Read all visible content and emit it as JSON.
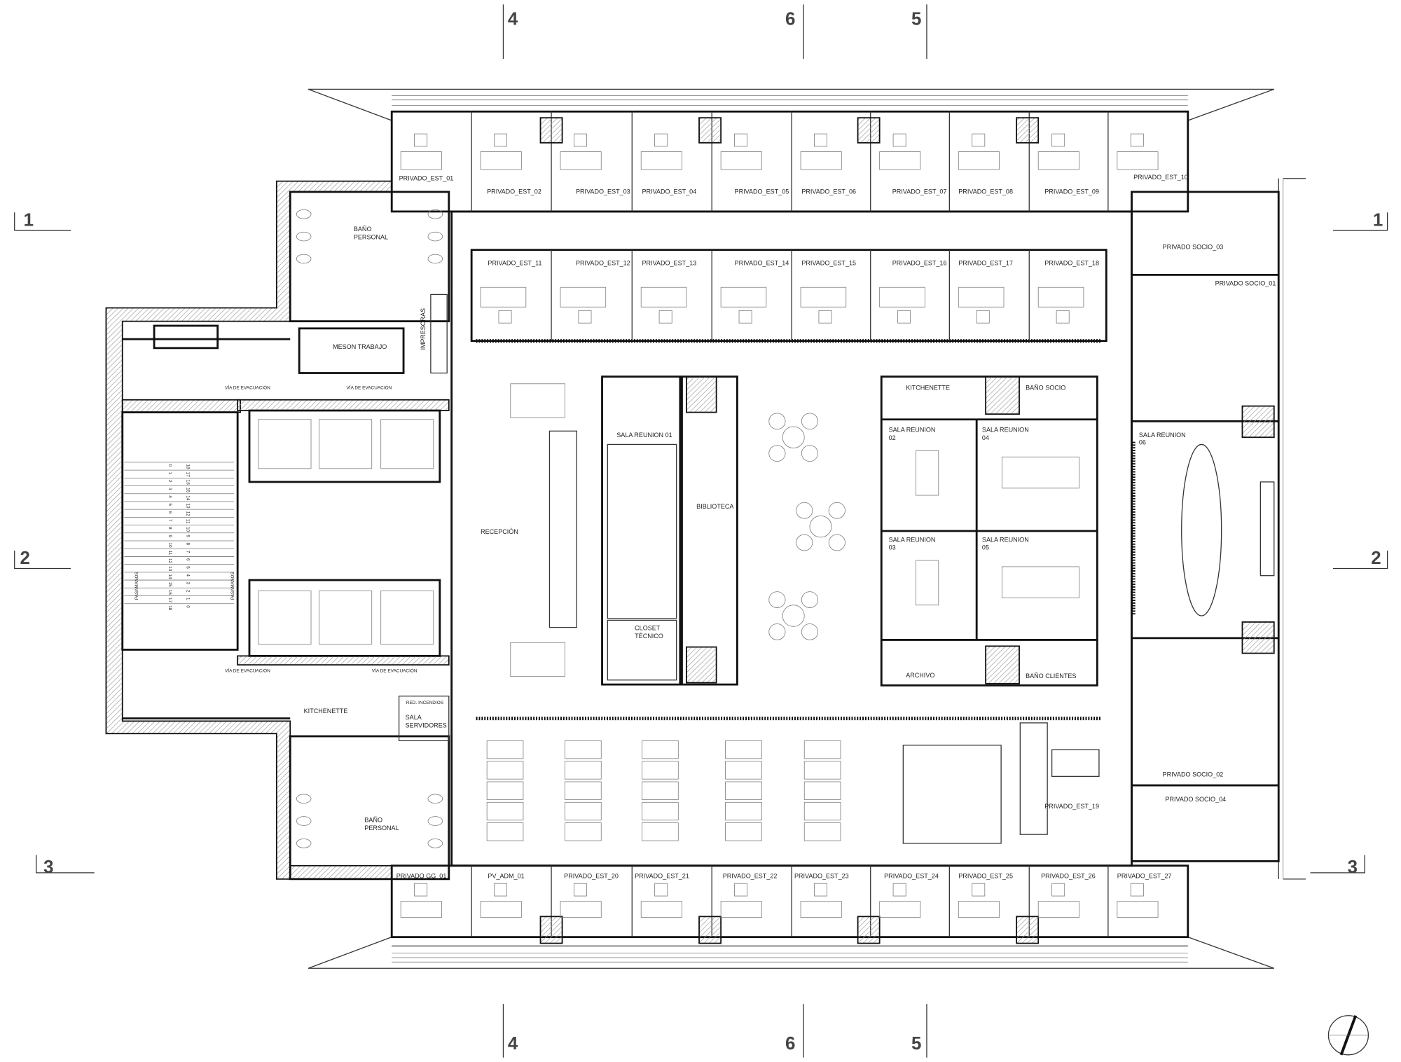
{
  "grid_markers": {
    "top": [
      "4",
      "6",
      "5"
    ],
    "bottom": [
      "4",
      "6",
      "5"
    ],
    "left": [
      "1",
      "2",
      "3"
    ],
    "right": [
      "1",
      "2",
      "3"
    ]
  },
  "rooms": {
    "top_row": [
      "PRIVADO_EST_01",
      "PRIVADO_EST_02",
      "PRIVADO_EST_03",
      "PRIVADO_EST_04",
      "PRIVADO_EST_05",
      "PRIVADO_EST_06",
      "PRIVADO_EST_07",
      "PRIVADO_EST_08",
      "PRIVADO_EST_09",
      "PRIVADO_EST_10"
    ],
    "second_row": [
      "PRIVADO_EST_11",
      "PRIVADO_EST_12",
      "PRIVADO_EST_13",
      "PRIVADO_EST_14",
      "PRIVADO_EST_15",
      "PRIVADO_EST_16",
      "PRIVADO_EST_17",
      "PRIVADO_EST_18"
    ],
    "bottom_row": [
      "PRIVADO GG_01",
      "PV_ADM_01",
      "PRIVADO_EST_20",
      "PRIVADO_EST_21",
      "PRIVADO_EST_22",
      "PRIVADO_EST_23",
      "PRIVADO_EST_24",
      "PRIVADO_EST_25",
      "PRIVADO_EST_26",
      "PRIVADO_EST_27"
    ],
    "privado_est_19": "PRIVADO_EST_19",
    "socio_03": "PRIVADO SOCIO_03",
    "socio_01": "PRIVADO SOCIO_01",
    "socio_02": "PRIVADO SOCIO_02",
    "socio_04": "PRIVADO SOCIO_04",
    "sala_reunion_06": [
      "SALA REUNION",
      "06"
    ],
    "sala_reunion_01": "SALA REUNION 01",
    "biblioteca": "BIBLIOTECA",
    "closet_tecnico": [
      "CLOSET",
      "TÉCNICO"
    ],
    "recepcion": "RECEPCIÓN",
    "kitchenette_center": "KITCHENETTE",
    "bano_socio": "BAÑO SOCIO",
    "sala_reunion_02": [
      "SALA REUNION",
      "02"
    ],
    "sala_reunion_03": [
      "SALA REUNION",
      "03"
    ],
    "sala_reunion_04": [
      "SALA REUNION",
      "04"
    ],
    "sala_reunion_05": [
      "SALA REUNION",
      "05"
    ],
    "archivo": "ARCHIVO",
    "bano_clientes": "BAÑO CLIENTES",
    "bano_personal_top": [
      "BAÑO",
      "PERSONAL"
    ],
    "bano_personal_bottom": [
      "BAÑO",
      "PERSONAL"
    ],
    "impresoras": "IMPRESORAS",
    "meson_trabajo": "MESON TRABAJO",
    "via_evacuacion": [
      "VÍA DE EVACUACIÓN",
      "VÍA DE EVACUACIÓN",
      "VÍA DE EVACUACIÓN",
      "VÍA DE EVACUACIÓN"
    ],
    "kitchenette_core": "KITCHENETTE",
    "red_incendios": "RED. INCENDIOS",
    "sala_servidores": [
      "SALA",
      "SERVIDORES"
    ],
    "pasamanos": [
      "PASAMANOS",
      "PASAMANOS"
    ]
  },
  "stair_numbers": {
    "up": [
      "0",
      "1",
      "2",
      "3",
      "4",
      "5",
      "6",
      "7",
      "8",
      "9",
      "10",
      "11",
      "12",
      "13",
      "14",
      "15",
      "16",
      "17",
      "18"
    ],
    "down": [
      "18",
      "17",
      "16",
      "15",
      "14",
      "13",
      "12",
      "11",
      "10",
      "9",
      "8",
      "7",
      "6",
      "5",
      "4",
      "3",
      "2",
      "1",
      "0"
    ]
  }
}
